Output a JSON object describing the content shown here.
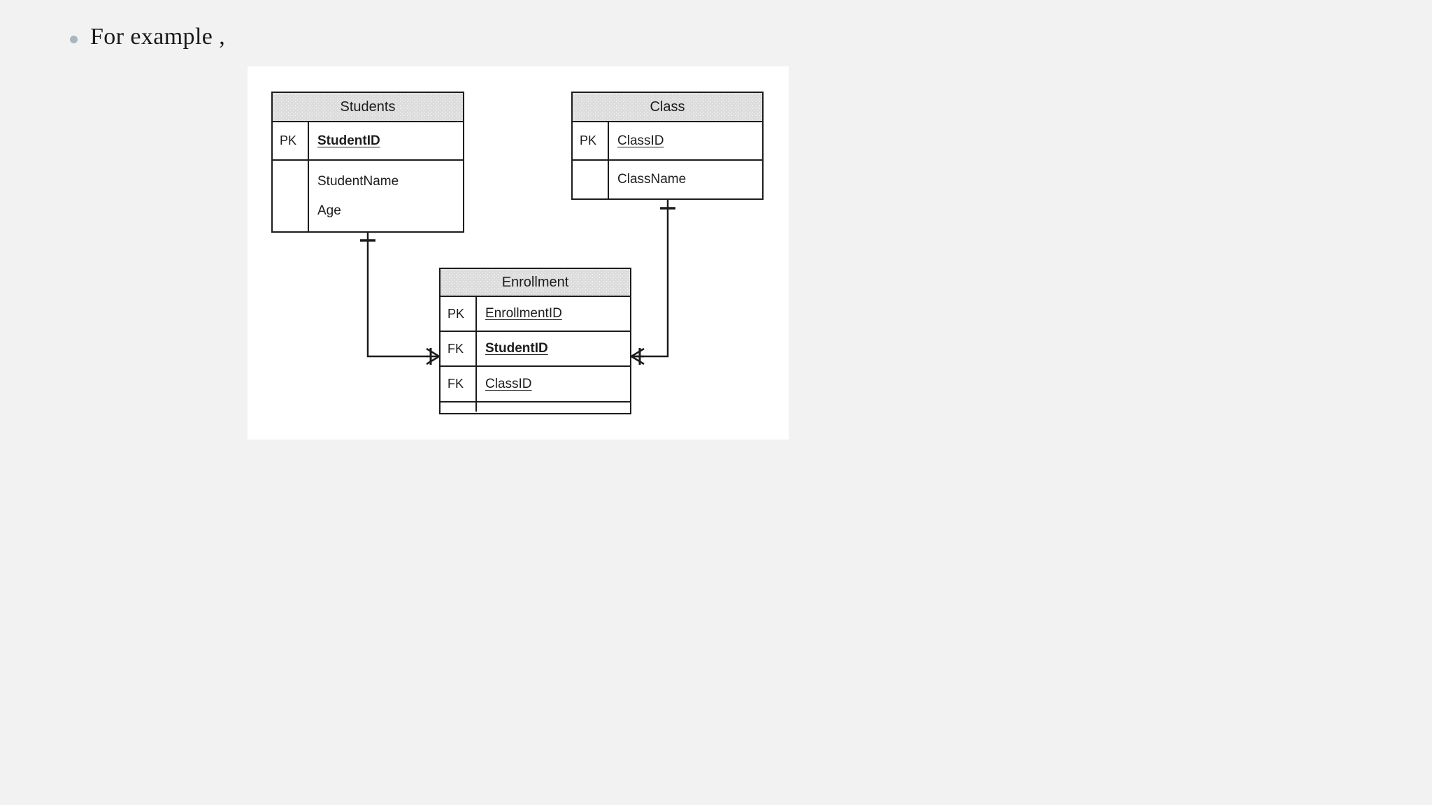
{
  "slide": {
    "bullet": {
      "marker": "bullet-dot",
      "text": "For example ,",
      "color": "#a8b7bd"
    },
    "canvas": {
      "background": "#ffffff",
      "page_background": "#f2f2f2"
    }
  },
  "diagram": {
    "type": "entity-relationship",
    "notation": "crows-foot",
    "line_color": "#1c1c1c",
    "header_fill": "#dcdcdc",
    "entities": [
      {
        "id": "students",
        "title": "Students",
        "rows": [
          {
            "key": "PK",
            "names": [
              "StudentID"
            ],
            "style": "pk"
          },
          {
            "key": "",
            "names": [
              "StudentName",
              "Age"
            ],
            "style": "plain"
          }
        ]
      },
      {
        "id": "class",
        "title": "Class",
        "rows": [
          {
            "key": "PK",
            "names": [
              "ClassID"
            ],
            "style": "pk"
          },
          {
            "key": "",
            "names": [
              "ClassName"
            ],
            "style": "plain"
          }
        ]
      },
      {
        "id": "enrollment",
        "title": "Enrollment",
        "rows": [
          {
            "key": "PK",
            "names": [
              "EnrollmentID"
            ],
            "style": "underline"
          },
          {
            "key": "FK",
            "names": [
              "StudentID"
            ],
            "style": "pk"
          },
          {
            "key": "FK",
            "names": [
              "ClassID"
            ],
            "style": "underline"
          },
          {
            "key": "",
            "names": [
              ""
            ],
            "style": "plain"
          }
        ]
      }
    ],
    "relationships": [
      {
        "id": "students-enrollment",
        "from": "Students",
        "to": "Enrollment",
        "from_cardinality": "one",
        "to_cardinality": "many"
      },
      {
        "id": "class-enrollment",
        "from": "Class",
        "to": "Enrollment",
        "from_cardinality": "one",
        "to_cardinality": "many"
      }
    ]
  },
  "labels": {
    "students_title": "Students",
    "students_pk_key": "PK",
    "students_pk_name": "StudentID",
    "students_attr1": "StudentName",
    "students_attr2": "Age",
    "students_rest_key": "",
    "class_title": "Class",
    "class_pk_key": "PK",
    "class_pk_name": "ClassID",
    "class_attr1": "ClassName",
    "class_rest_key": "",
    "enrollment_title": "Enrollment",
    "enrollment_r1_key": "PK",
    "enrollment_r1_name": "EnrollmentID",
    "enrollment_r2_key": "FK",
    "enrollment_r2_name": "StudentID",
    "enrollment_r3_key": "FK",
    "enrollment_r3_name": "ClassID",
    "enrollment_r4_key": "",
    "enrollment_r4_name": ""
  }
}
